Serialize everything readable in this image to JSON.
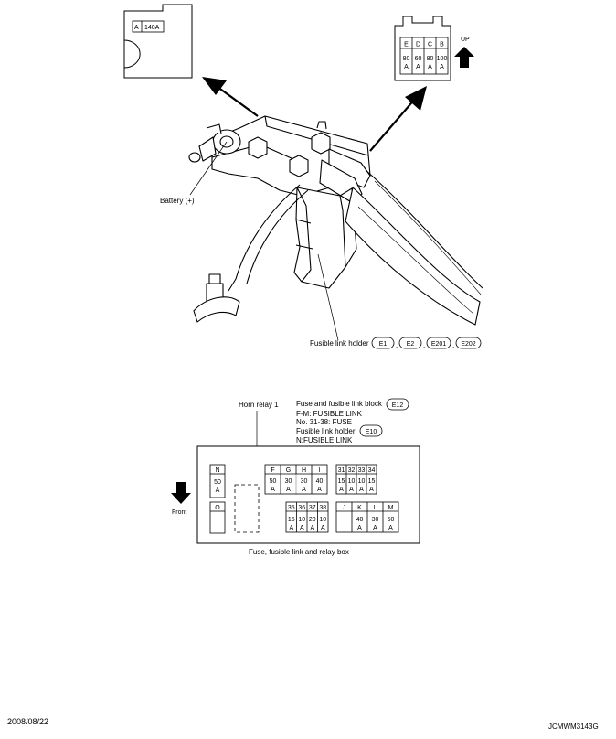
{
  "top_left_inset": {
    "fuse_letter": "A",
    "fuse_rating": "140A"
  },
  "top_right_inset": {
    "fuses": [
      {
        "letter": "E",
        "amp": "80",
        "unit": "A"
      },
      {
        "letter": "D",
        "amp": "60",
        "unit": "A"
      },
      {
        "letter": "C",
        "amp": "80",
        "unit": "A"
      },
      {
        "letter": "B",
        "amp": "100",
        "unit": "A"
      }
    ],
    "up_label": "UP"
  },
  "labels": {
    "battery": "Battery (+)",
    "fusible_link_holder": "Fusible link holder",
    "sep1": ",",
    "sep2": ",",
    "sep3": ","
  },
  "connectors_top": [
    "E1",
    "E2",
    "E201",
    "E202"
  ],
  "legend": {
    "horn_relay": "Horn relay 1",
    "block_title": "Fuse and fusible link block",
    "block_connector": "E12",
    "fm_line": "F-M: FUSIBLE LINK",
    "no_line": "No. 31-38: FUSE",
    "holder_line": "Fusible link holder",
    "holder_connector": "E10",
    "n_line": "N:FUSIBLE LINK"
  },
  "box": {
    "caption": "Fuse, fusible link and relay box",
    "front_label": "Front",
    "N": {
      "letter": "N",
      "amp": "50",
      "unit": "A"
    },
    "O": {
      "letter": "O"
    },
    "upper": [
      {
        "letter": "F",
        "amp": "50",
        "unit": "A"
      },
      {
        "letter": "G",
        "amp": "30",
        "unit": "A"
      },
      {
        "letter": "H",
        "amp": "30",
        "unit": "A"
      },
      {
        "letter": "I",
        "amp": "40",
        "unit": "A"
      }
    ],
    "fuses_top": [
      {
        "letter": "31",
        "amp": "15",
        "unit": "A"
      },
      {
        "letter": "32",
        "amp": "10",
        "unit": "A"
      },
      {
        "letter": "33",
        "amp": "10",
        "unit": "A"
      },
      {
        "letter": "34",
        "amp": "15",
        "unit": "A"
      }
    ],
    "fuses_bottom": [
      {
        "letter": "35",
        "amp": "15",
        "unit": "A"
      },
      {
        "letter": "36",
        "amp": "10",
        "unit": "A"
      },
      {
        "letter": "37",
        "amp": "20",
        "unit": "A"
      },
      {
        "letter": "38",
        "amp": "10",
        "unit": "A"
      }
    ],
    "lower": [
      {
        "letter": "J",
        "amp": "",
        "unit": ""
      },
      {
        "letter": "K",
        "amp": "40",
        "unit": "A"
      },
      {
        "letter": "L",
        "amp": "30",
        "unit": "A"
      },
      {
        "letter": "M",
        "amp": "50",
        "unit": "A"
      }
    ]
  },
  "footer": {
    "date": "2008/08/22",
    "code": "JCMWM3143G"
  }
}
